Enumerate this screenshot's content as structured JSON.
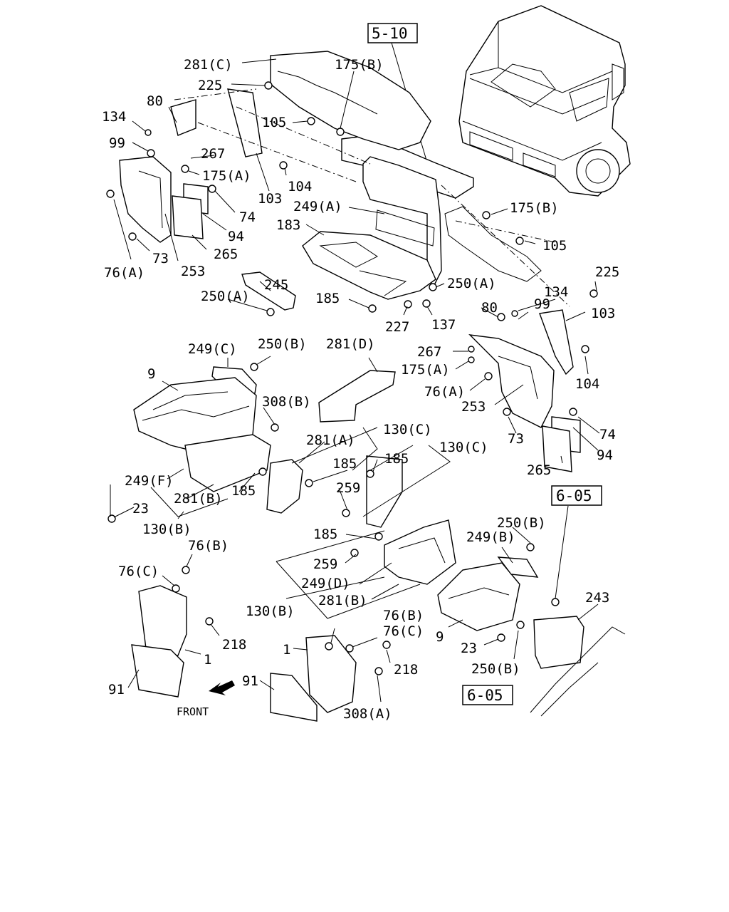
{
  "diagram": {
    "ref_boxes": {
      "top": "5-10",
      "right": "6-05",
      "bottom": "6-05"
    },
    "front_label": "FRONT",
    "labels": {
      "l281c": "281(C)",
      "l175b_top": "175(B)",
      "l225_top": "225",
      "l80_left": "80",
      "l105_top": "105",
      "l134_left": "134",
      "l99_left": "99",
      "l267_left": "267",
      "l175a_left": "175(A)",
      "l104_left": "104",
      "l103_left": "103",
      "l249a": "249(A)",
      "l74_left": "74",
      "l94_left": "94",
      "l265_left": "265",
      "l183": "183",
      "l76a_left": "76(A)",
      "l73_left": "73",
      "l253_left": "253",
      "l245": "245",
      "l250a_left": "250(A)",
      "l185_mid": "185",
      "l227": "227",
      "l137": "137",
      "l250a_right": "250(A)",
      "l175b_right": "175(B)",
      "l105_right": "105",
      "l134_right": "134",
      "l225_right": "225",
      "l80_right": "80",
      "l99_right": "99",
      "l103_right": "103",
      "l267_right": "267",
      "l175a_right": "175(A)",
      "l76a_right": "76(A)",
      "l104_right": "104",
      "l253_right": "253",
      "l73_right": "73",
      "l74_right": "74",
      "l94_right": "94",
      "l265_right": "265",
      "l249c": "249(C)",
      "l250b_top": "250(B)",
      "l281d": "281(D)",
      "l9_left": "9",
      "l308b": "308(B)",
      "l130c_a": "130(C)",
      "l281a": "281(A)",
      "l185_b": "185",
      "l130c_b": "130(C)",
      "l185_c": "185",
      "l249f": "249(F)",
      "l259_a": "259",
      "l281b_left": "281(B)",
      "l185_d": "185",
      "l23_left": "23",
      "l130b_left": "130(B)",
      "l76b_left": "76(B)",
      "l76c_left": "76(C)",
      "l218_left": "218",
      "l1_left": "1",
      "l91_left": "91",
      "l185_e": "185",
      "l250b_right": "250(B)",
      "l249b": "249(B)",
      "l259_b": "259",
      "l249d": "249(D)",
      "l281b_mid": "281(B)",
      "l243": "243",
      "l130b_mid": "130(B)",
      "l76b_mid": "76(B)",
      "l76c_mid": "76(C)",
      "l1_mid": "1",
      "l218_mid": "218",
      "l9_right": "9",
      "l23_right": "23",
      "l250b_bottom": "250(B)",
      "l91_mid": "91",
      "l308a": "308(A)"
    }
  }
}
